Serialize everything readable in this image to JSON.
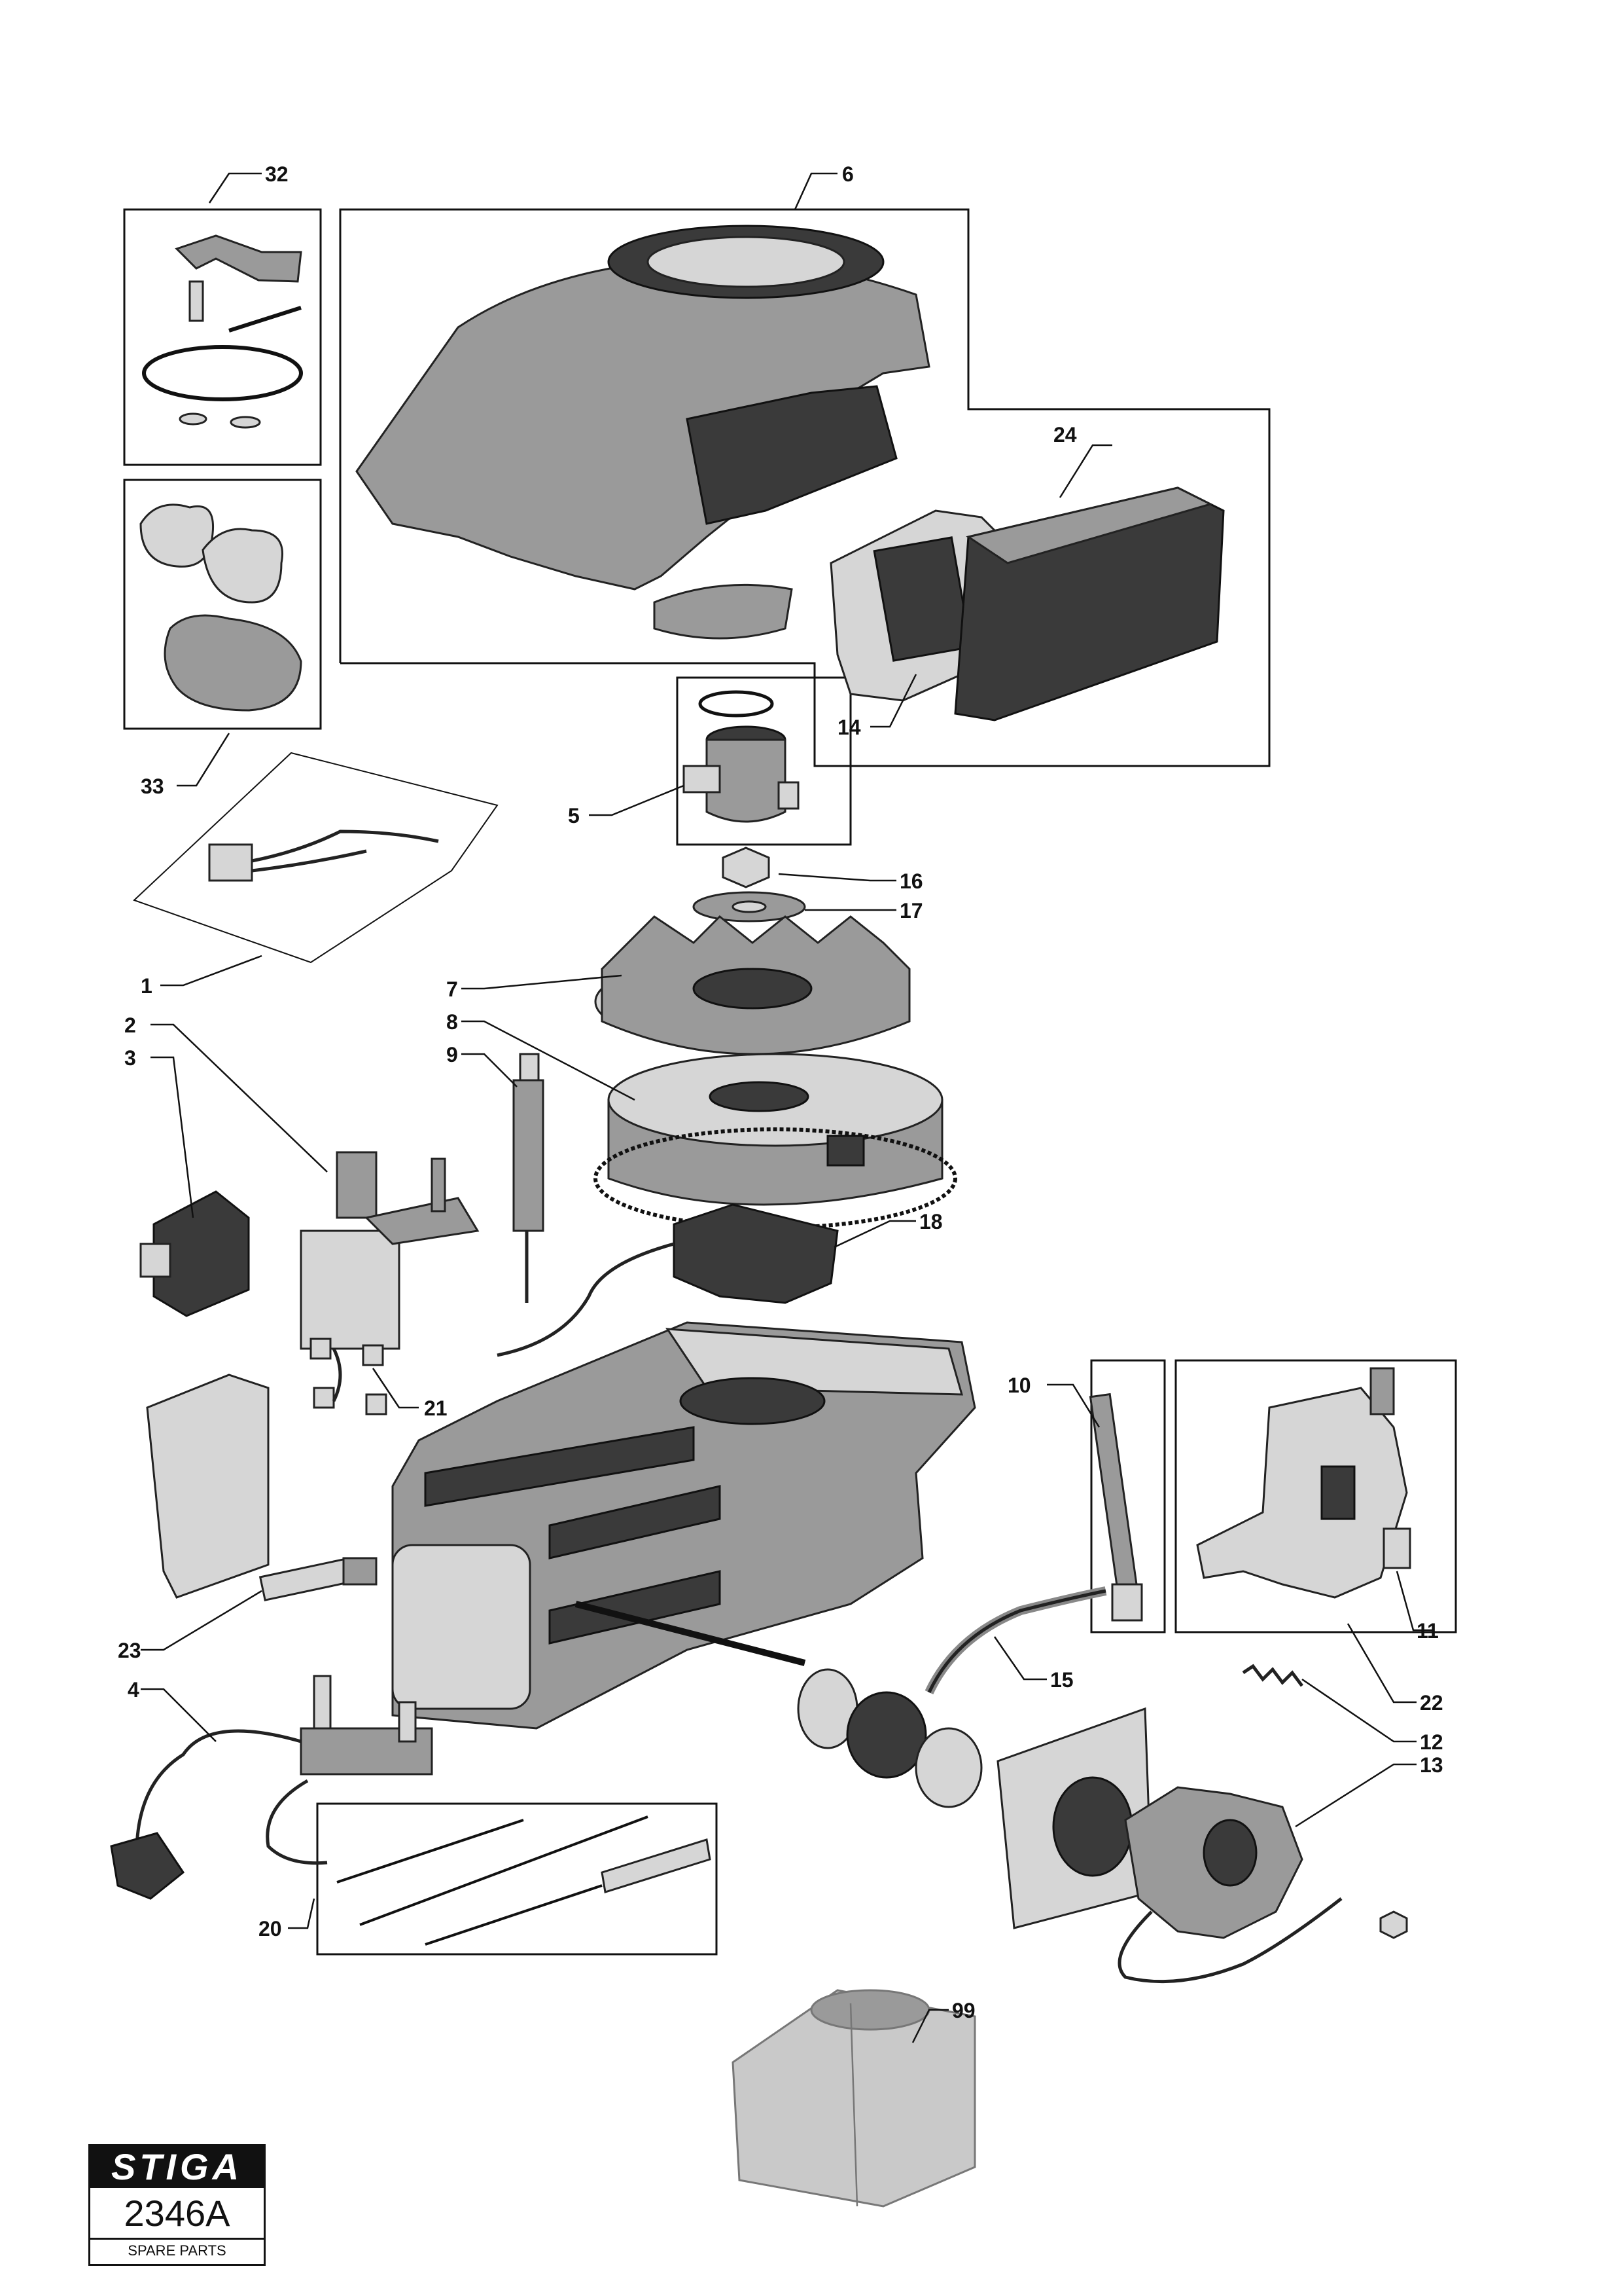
{
  "brand": {
    "name": "STIGA",
    "code": "2346A",
    "subtitle": "SPARE PARTS"
  },
  "callouts": [
    "32",
    "6",
    "24",
    "14",
    "33",
    "5",
    "16",
    "17",
    "1",
    "7",
    "2",
    "8",
    "3",
    "9",
    "18",
    "10",
    "21",
    "11",
    "23",
    "15",
    "22",
    "4",
    "12",
    "13",
    "20",
    "99"
  ],
  "colors": {
    "ink": "#111111",
    "part_fill": "#9a9a9a",
    "part_dark": "#3a3a3a",
    "paper": "#ffffff"
  }
}
